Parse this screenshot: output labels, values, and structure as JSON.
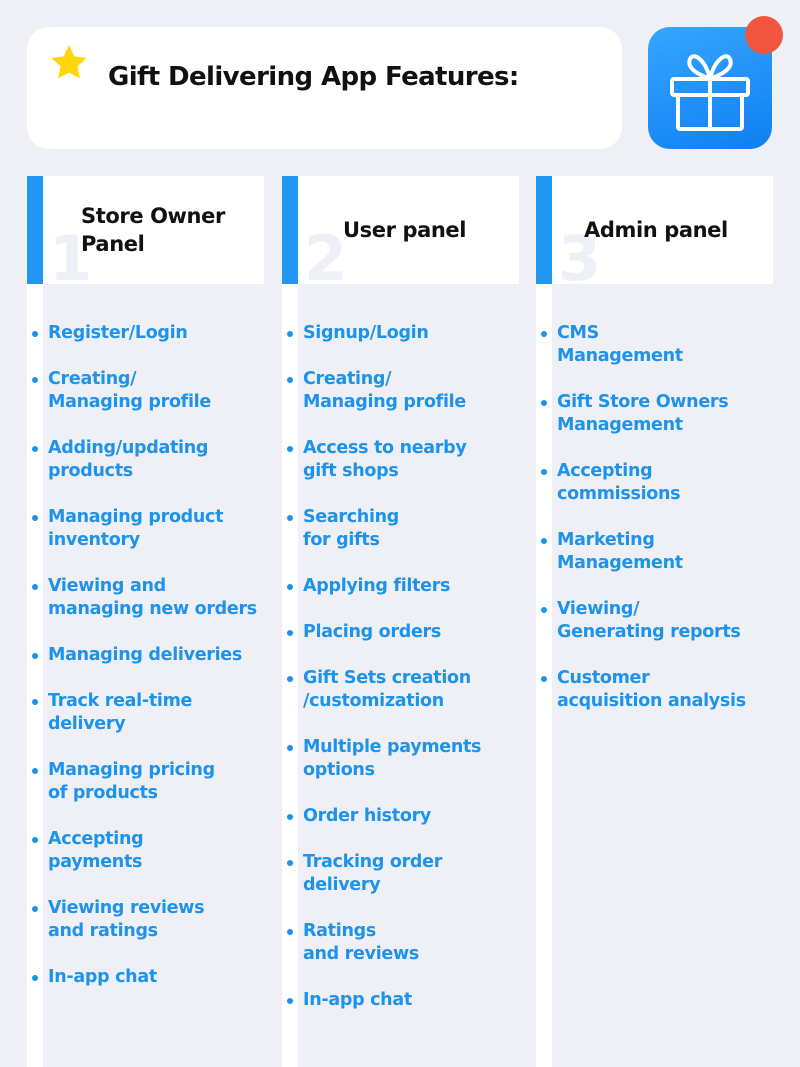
{
  "header": {
    "title": "Gift Delivering App Features:",
    "icons": {
      "decoration": "star-icon",
      "app": "gift-icon",
      "badge": "notification-dot"
    }
  },
  "colors": {
    "background": "#efeff6",
    "accent": "#2196f3",
    "text_blue": "#1e93ec",
    "star": "#ffd60a",
    "badge": "#f2553f"
  },
  "columns": [
    {
      "number": "1",
      "title": "Store Owner Panel",
      "items": [
        [
          "Register/Login"
        ],
        [
          "Creating/",
          "Managing profile"
        ],
        [
          "Adding/updating",
          "products"
        ],
        [
          "Managing product",
          "inventory"
        ],
        [
          "Viewing and",
          "managing new orders"
        ],
        [
          "Managing deliveries"
        ],
        [
          "Track real-time",
          "delivery"
        ],
        [
          "Managing pricing",
          "of products"
        ],
        [
          "Accepting",
          "payments"
        ],
        [
          "Viewing reviews",
          "and ratings"
        ],
        [
          "In-app chat"
        ]
      ]
    },
    {
      "number": "2",
      "title": "User panel",
      "items": [
        [
          "Signup/Login"
        ],
        [
          "Creating/",
          "Managing profile"
        ],
        [
          "Access to nearby",
          "gift shops"
        ],
        [
          "Searching",
          "for gifts"
        ],
        [
          "Applying filters"
        ],
        [
          "Placing orders"
        ],
        [
          "Gift Sets creation",
          "/customization"
        ],
        [
          "Multiple payments",
          "options"
        ],
        [
          "Order history"
        ],
        [
          "Tracking order",
          "delivery"
        ],
        [
          "Ratings",
          "and reviews"
        ],
        [
          "In-app chat"
        ]
      ]
    },
    {
      "number": "3",
      "title": "Admin panel",
      "items": [
        [
          "CMS",
          "Management"
        ],
        [
          "Gift Store Owners",
          "Management"
        ],
        [
          "Accepting",
          "commissions"
        ],
        [
          "Marketing",
          "Management"
        ],
        [
          "Viewing/",
          "Generating reports"
        ],
        [
          "Customer",
          "acquisition analysis"
        ]
      ]
    }
  ]
}
